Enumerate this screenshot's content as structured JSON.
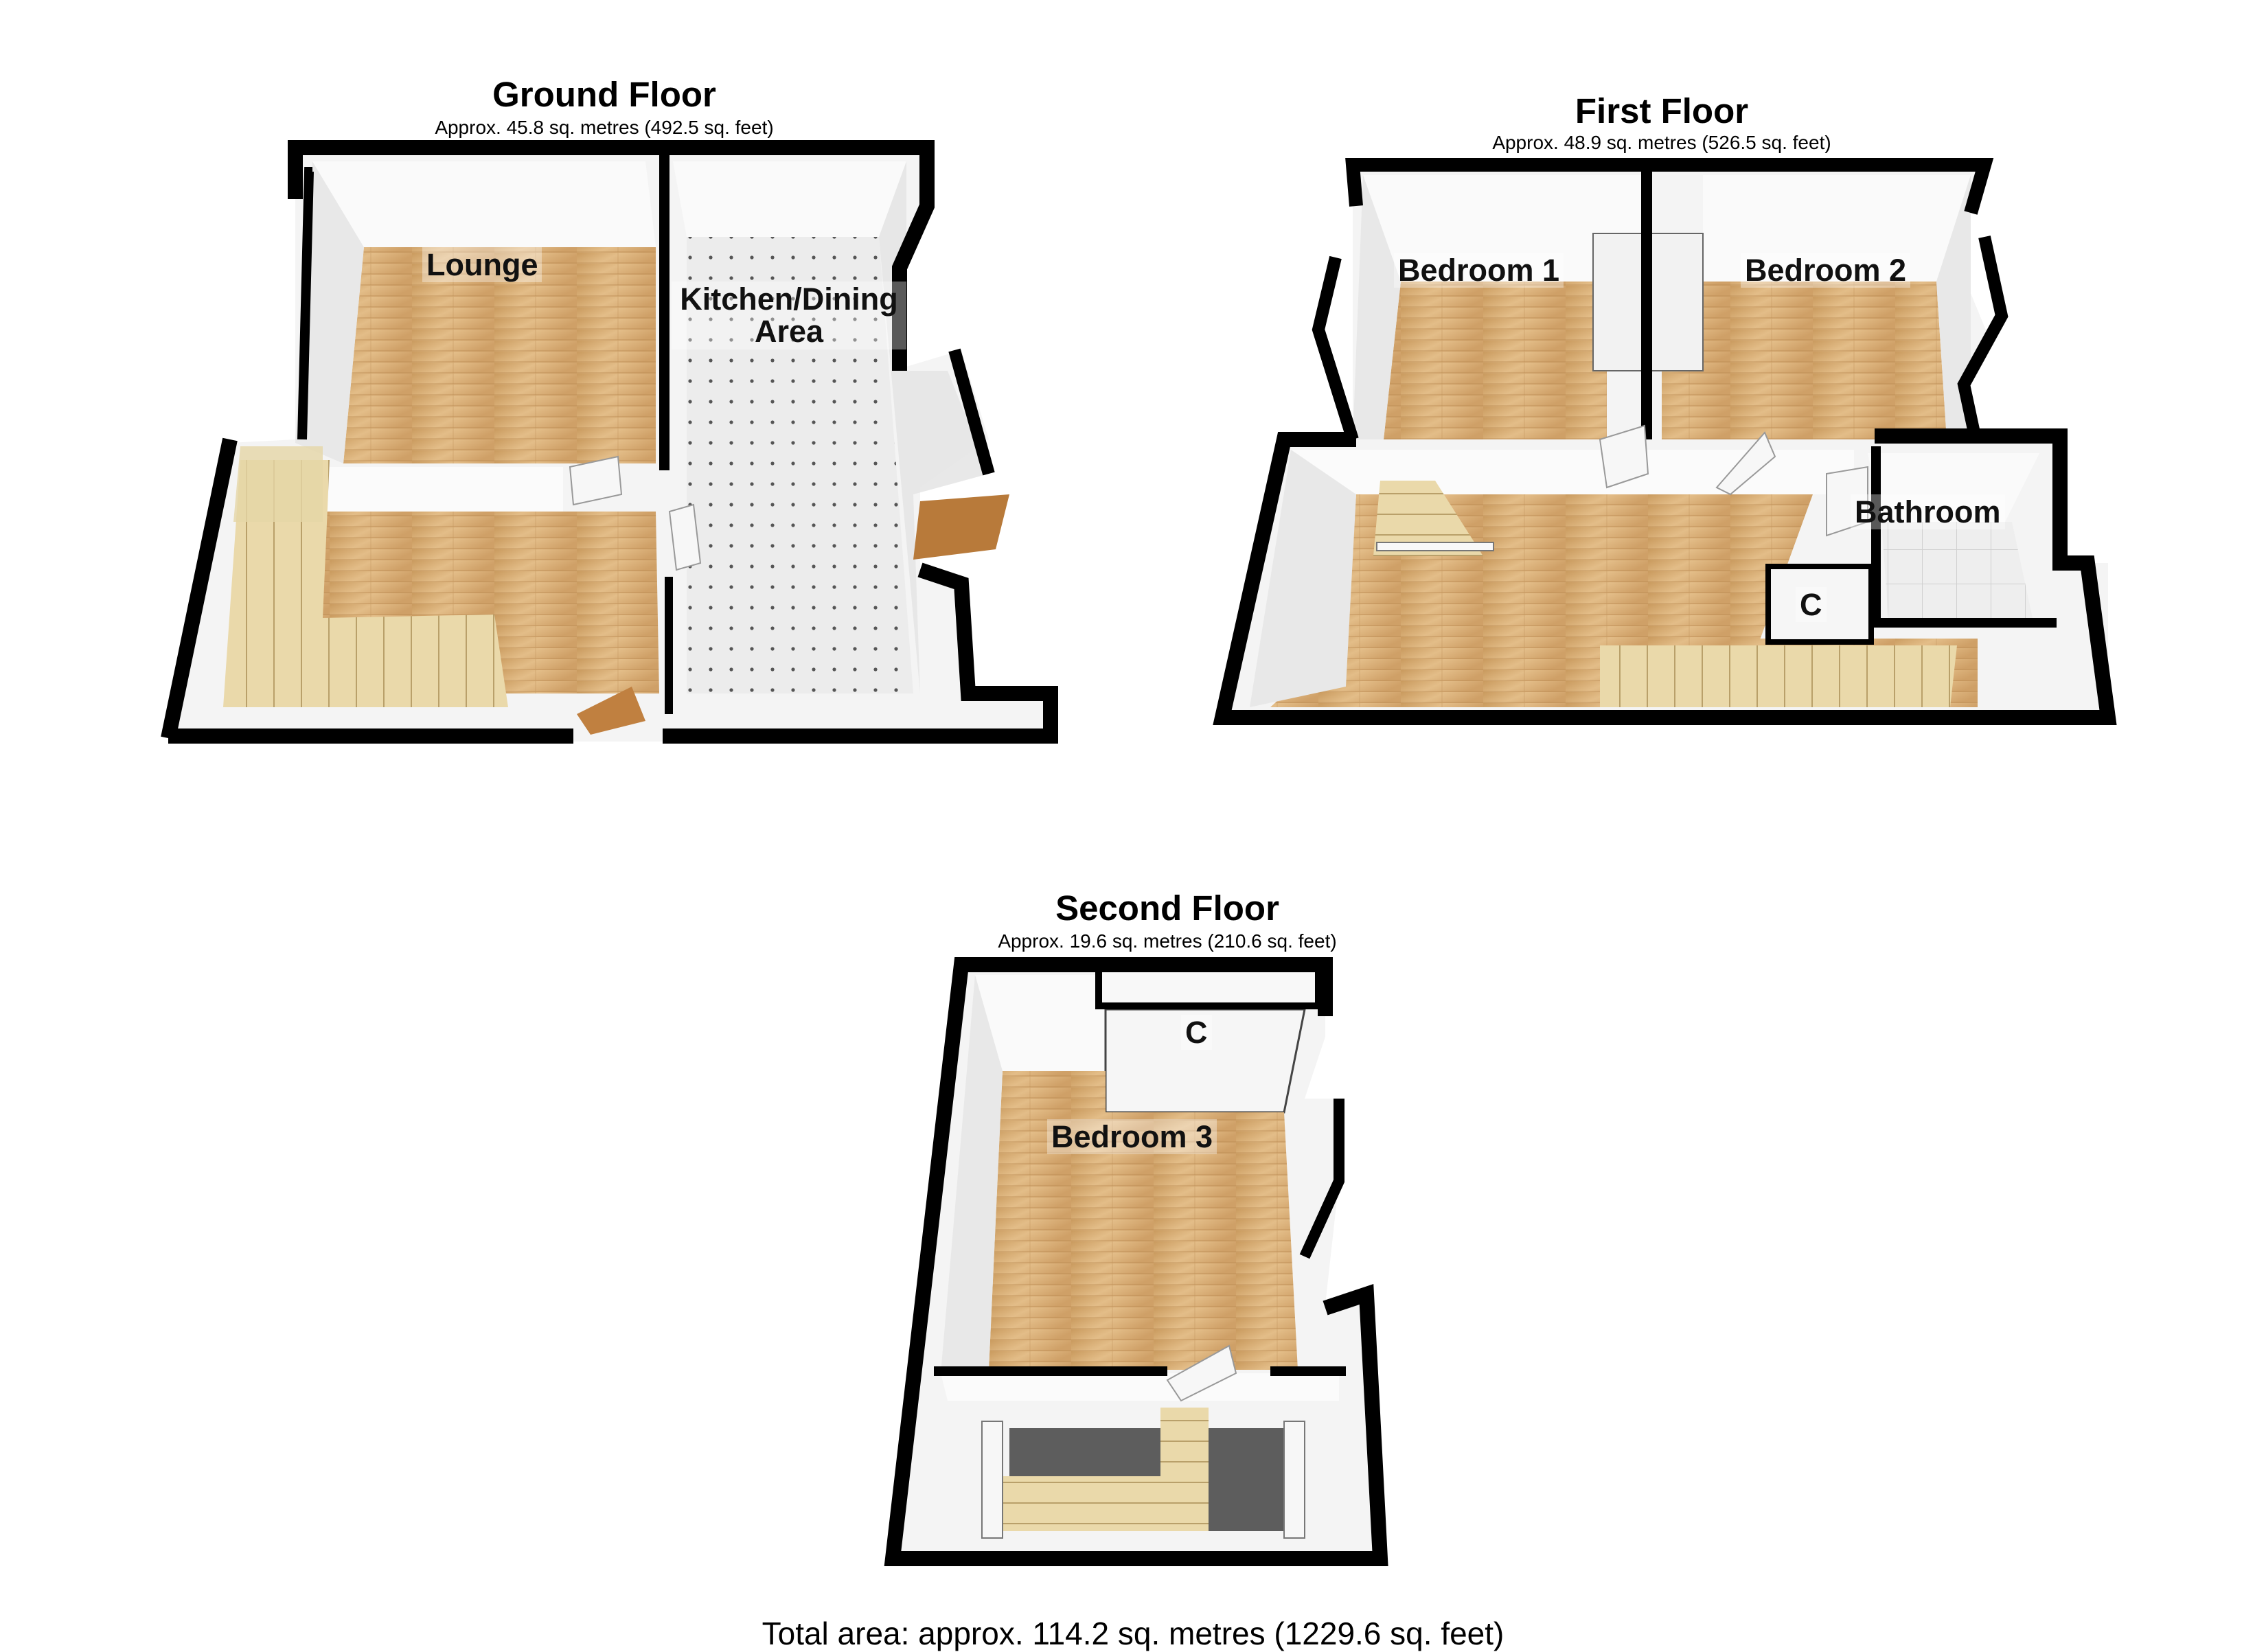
{
  "floors": [
    {
      "title": "Ground Floor",
      "area": "Approx. 45.8 sq. metres (492.5 sq. feet)",
      "rooms": [
        "Lounge",
        "Kitchen/Dining Area"
      ]
    },
    {
      "title": "First Floor",
      "area": "Approx. 48.9 sq. metres (526.5 sq. feet)",
      "rooms": [
        "Bedroom 1",
        "Bedroom 2",
        "Bathroom",
        "C"
      ]
    },
    {
      "title": "Second Floor",
      "area": "Approx. 19.6 sq. metres (210.6 sq. feet)",
      "rooms": [
        "Bedroom 3",
        "C"
      ]
    }
  ],
  "total_area": "Total area: approx. 114.2 sq. metres (1229.6 sq. feet)",
  "colors": {
    "wall": "#000000",
    "wood_floor": "#d9b07a",
    "tile_floor": "#e9e9e9",
    "stairs": "#e8d7a8",
    "inner_wall": "#f2f2f2"
  }
}
